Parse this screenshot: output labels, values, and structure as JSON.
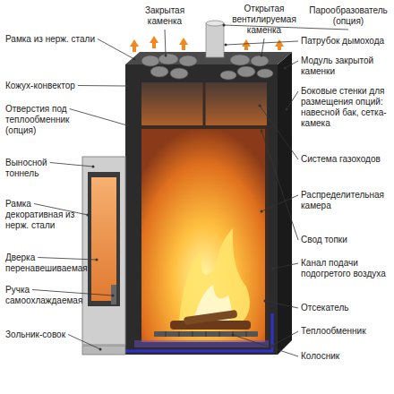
{
  "diagram": {
    "labels": [
      "Рамка из нерж. стали",
      "Кожух-конвектор",
      "Отверстия под теплообменник (опция)",
      "Выносной тоннель",
      "Рамка декоративная из нерж. стали",
      "Дверка перенавешиваемая",
      "Ручка самоохлаждаемая",
      "Зольник-совок",
      "Закрытая каменка",
      "Открытая вентилируемая каменка",
      "Парообразователь (опция)",
      "Патрубок дымохода",
      "Модуль закрытой каменки",
      "Боковые стенки для размещения опций: навесной бак, сетка-камека",
      "Система газоходов",
      "Распределительная камера",
      "Свод топки",
      "Канал подачи подогретого воздуха",
      "Отсекатель",
      "Теплообменник",
      "Колосник"
    ]
  }
}
